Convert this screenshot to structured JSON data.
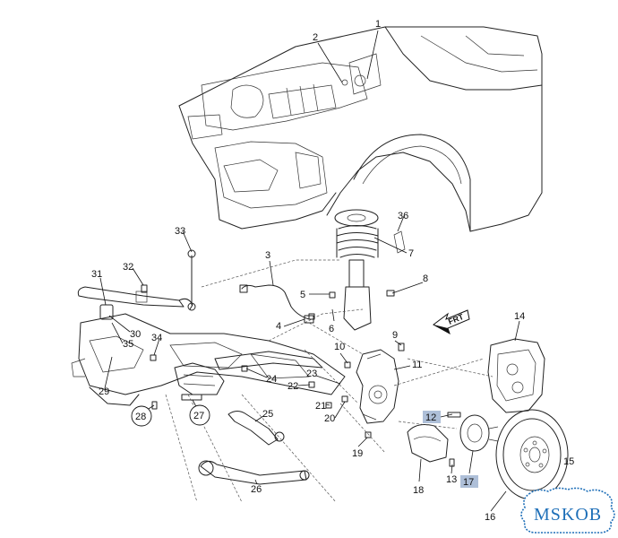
{
  "callouts": {
    "c1": "1",
    "c2": "2",
    "c3": "3",
    "c4": "4",
    "c5": "5",
    "c6": "6",
    "c7": "7",
    "c8": "8",
    "c9": "9",
    "c10": "10",
    "c11": "11",
    "c12": "12",
    "c13": "13",
    "c14": "14",
    "c15": "15",
    "c16": "16",
    "c17": "17",
    "c18": "18",
    "c19": "19",
    "c20": "20",
    "c21": "21",
    "c22": "22",
    "c23": "23",
    "c24": "24",
    "c25": "25",
    "c26": "26",
    "c27": "27",
    "c28": "28",
    "c29": "29",
    "c30": "30",
    "c31": "31",
    "c32": "32",
    "c33": "33",
    "c34": "34",
    "c35": "35",
    "c36": "36"
  },
  "direction_marker": {
    "label": "FRT"
  },
  "watermark": {
    "text": "MSKOB",
    "color": "#1e6fb8"
  },
  "highlight_color": "#aebfd8"
}
